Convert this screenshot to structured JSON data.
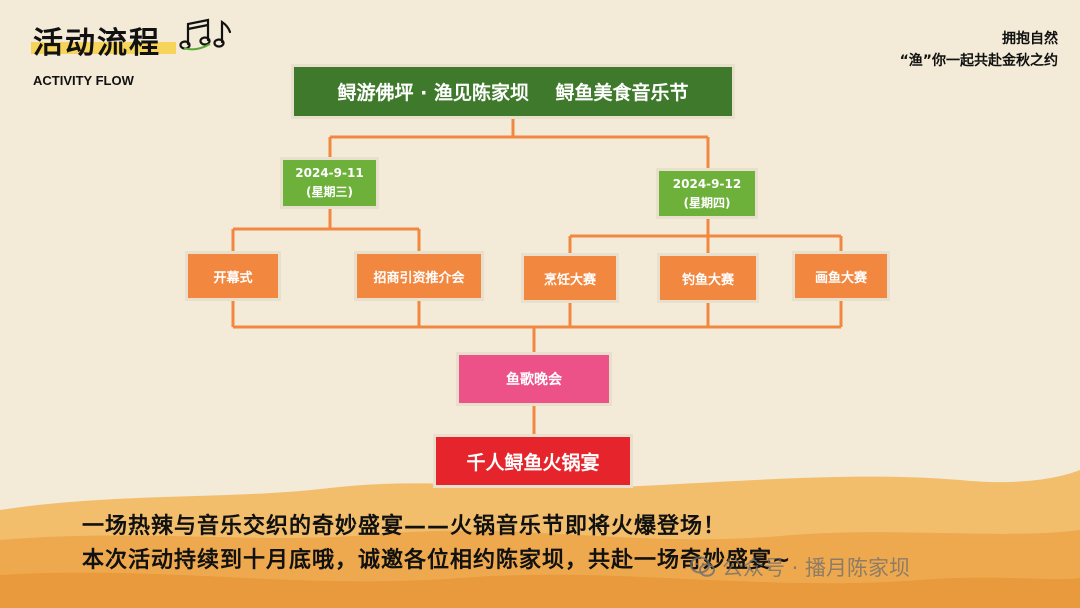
{
  "header": {
    "title": "活动流程",
    "subtitle": "ACTIVITY FLOW",
    "slogan_line1": "拥抱自然",
    "slogan_line2": "“渔”你一起共赴金秋之约"
  },
  "flow": {
    "top": "鲟游佛坪 · 渔见陈家坝    鲟鱼美食音乐节",
    "day1": {
      "date": "2024-9-11",
      "weekday": "(星期三)"
    },
    "day2": {
      "date": "2024-9-12",
      "weekday": "(星期四)"
    },
    "day1_events": [
      "开幕式",
      "招商引资推介会"
    ],
    "day2_events": [
      "烹饪大赛",
      "钓鱼大赛",
      "画鱼大赛"
    ],
    "evening": "鱼歌晚会",
    "finale": "千人鲟鱼火锅宴"
  },
  "footer": {
    "line1": "一场热辣与音乐交织的奇妙盛宴——火锅音乐节即将火爆登场！",
    "line2": "本次活动持续到十月底哦，诚邀各位相约陈家坝，共赴一场奇妙盛宴~",
    "watermark": "公众号 · 播月陈家坝"
  },
  "colors": {
    "background": "#f3ead7",
    "dark_green": "#3f7a2c",
    "light_green": "#6db13a",
    "orange": "#f28840",
    "pink": "#ec5187",
    "red": "#e5252b",
    "highlight_yellow": "#f6d35a"
  },
  "icons": {
    "music": "music-notes-icon",
    "watermark": "wechat-icon"
  }
}
